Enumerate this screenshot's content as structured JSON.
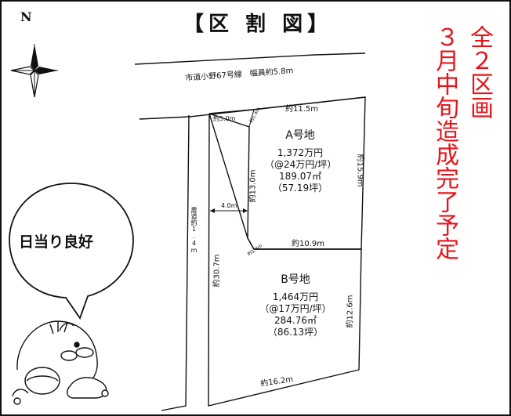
{
  "header": {
    "title": "【区 割 図】"
  },
  "compass": {
    "north_label": "N"
  },
  "roads": {
    "city_road": "市道小野67号線　幅員約5.8m",
    "farm_road": "農道約1.4m"
  },
  "measurements": {
    "top_edge": "約11.5m",
    "corner_top": "約5.0m",
    "corner_chamfer": "約1.4m",
    "a_left": "約13.0m",
    "a_right": "約15.9m",
    "offset": "4.0m",
    "middle_boundary": "約10.9m",
    "middle_chamfer": "約1.4m",
    "b_left": "約30.7m",
    "b_right": "約12.6m",
    "bottom_edge": "約16.2m"
  },
  "lots": {
    "a": {
      "name": "A号地",
      "price": "1,372万円",
      "unit_price": "（@24万円/坪）",
      "area_m2": "189.07㎡",
      "area_tsubo": "（57.19坪）"
    },
    "b": {
      "name": "B号地",
      "price": "1,464万円",
      "unit_price": "（@17万円/坪）",
      "area_m2": "284.76㎡",
      "area_tsubo": "（86.13坪）"
    }
  },
  "announcement": {
    "col1": "全２区画",
    "col2": "３月中旬造成完了予定"
  },
  "callout": {
    "text": "日当り良好"
  },
  "colors": {
    "announcement": "#e8141a",
    "line": "#111111"
  },
  "icons": [
    "compass-rose-icon",
    "mole-mascot-icon"
  ]
}
